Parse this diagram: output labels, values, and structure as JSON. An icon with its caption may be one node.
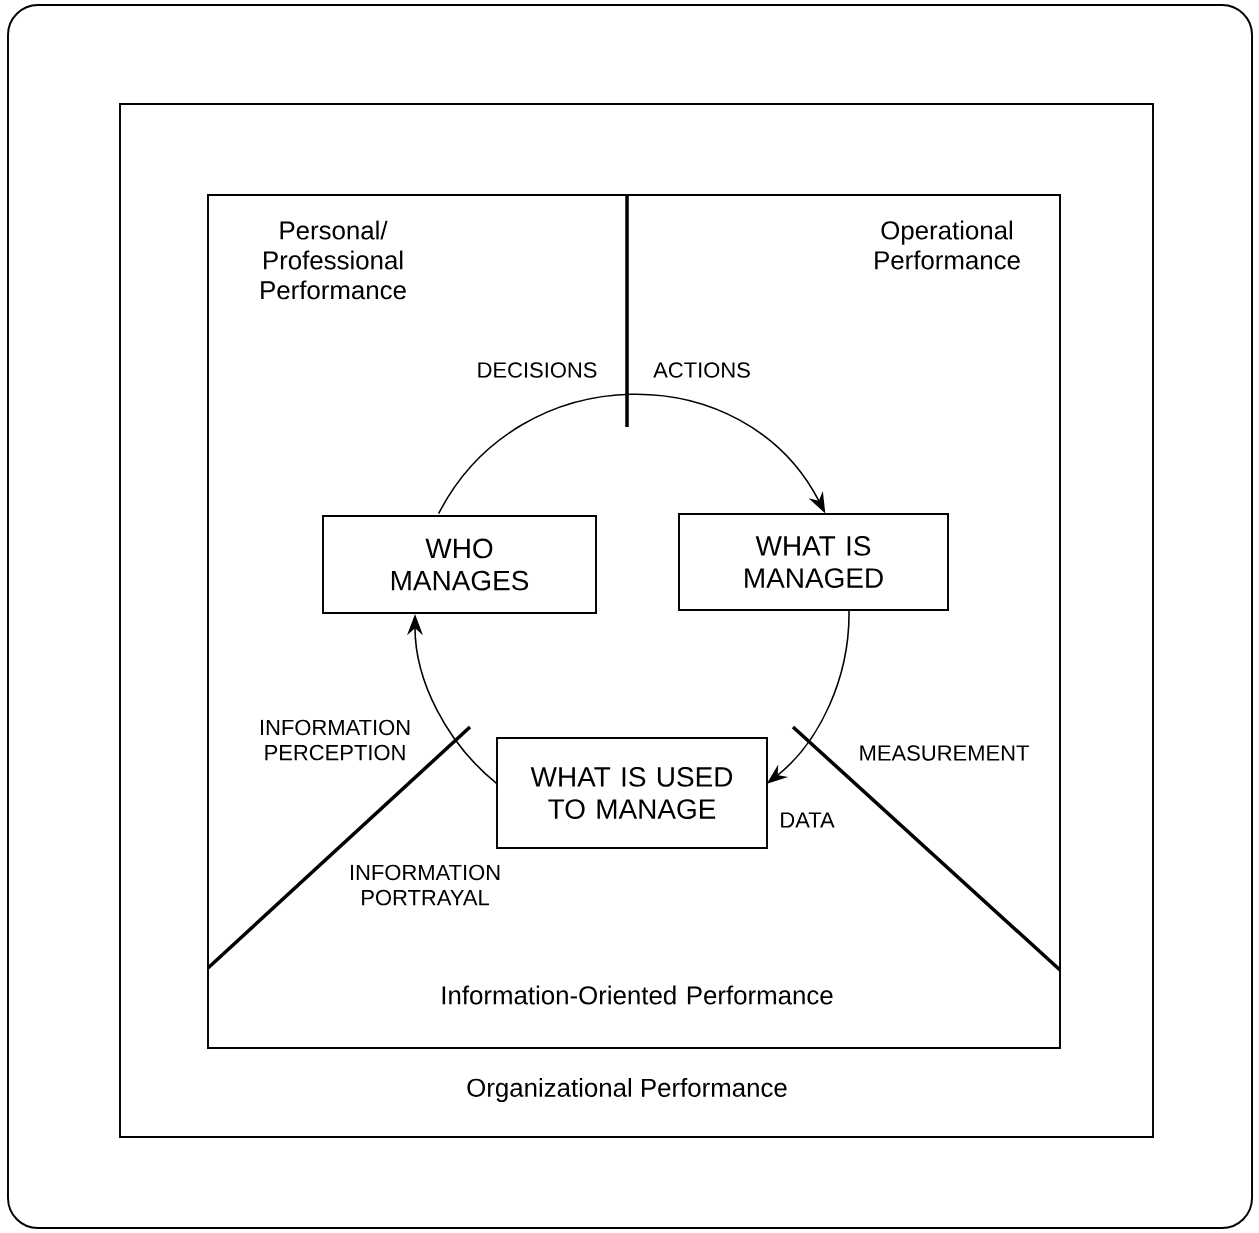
{
  "diagram": {
    "nodes": [
      {
        "text": [
          "Organizational Performance"
        ]
      },
      {
        "text": [],
        "shape": "box",
        "in": 0
      },
      {
        "text": [
          "WHO MANAGES"
        ],
        "in": 1
      },
      {
        "text": [
          "WHAT IS MANAGED"
        ],
        "in": 1
      },
      {
        "text": [
          "WHAT IS USED TO MANAGE"
        ],
        "in": 1
      }
    ],
    "edges": [
      {
        "from": 2,
        "to": 3,
        "arrow": "to"
      },
      {
        "from": 3,
        "to": 4,
        "arrow": "to"
      },
      {
        "from": 4,
        "to": 2,
        "arrow": "to"
      }
    ],
    "labels": [
      "Personal/ Professional Performance",
      "Operational Performance",
      "DECISIONS",
      "ACTIONS",
      "INFORMATION PERCEPTION",
      "MEASUREMENT",
      "DATA",
      "INFORMATION PORTRAYAL",
      "Information-Oriented Performance"
    ]
  }
}
